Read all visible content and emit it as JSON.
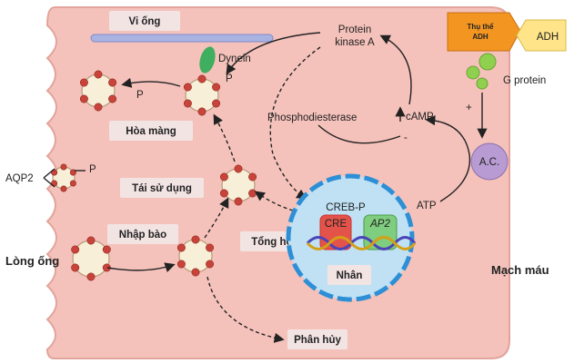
{
  "labels": {
    "vi_ong": "Vi ống",
    "dynein": "Dynein",
    "protein_kinase_a": [
      "Protein",
      "kinase A"
    ],
    "phosphodiesterase": "Phosphodiesterase",
    "camp": "cAMP",
    "minus": "-",
    "plus": "+",
    "hoa_mang": "Hòa màng",
    "aqp2": "AQP2",
    "p": "P",
    "tai_su_dung": "Tái sử dụng",
    "nhap_bao": "Nhập bào",
    "long_ong": "Lòng ống",
    "tong_hop": "Tổng hợp",
    "creb_p": "CREB-P",
    "cre": "CRE",
    "ap2": "AP2",
    "nhan": "Nhân",
    "atp": "ATP",
    "ac": "A.C.",
    "thu_the_adh": [
      "Thụ thể",
      "ADH"
    ],
    "adh": "ADH",
    "g_protein": "G protein",
    "mach_mau": "Mạch máu",
    "phan_huy": "Phân hủy"
  },
  "colors": {
    "cell": "#f5c2bb",
    "cell_stroke": "#e2a49c",
    "microtubule": "#a9b3e2",
    "dynein": "#3fae5f",
    "nucleus": "#bfe1f3",
    "nucleus_ring": "#2d8fd6",
    "cre": "#e4534a",
    "ap2": "#7fcd7f",
    "receptor": "#f39521",
    "adh_tag": "#ffe48a",
    "g_protein": "#8fd14f",
    "ac": "#b79bd2",
    "vesicle_dot": "#c8443a",
    "vesicle_fill": "#f8efd9"
  }
}
